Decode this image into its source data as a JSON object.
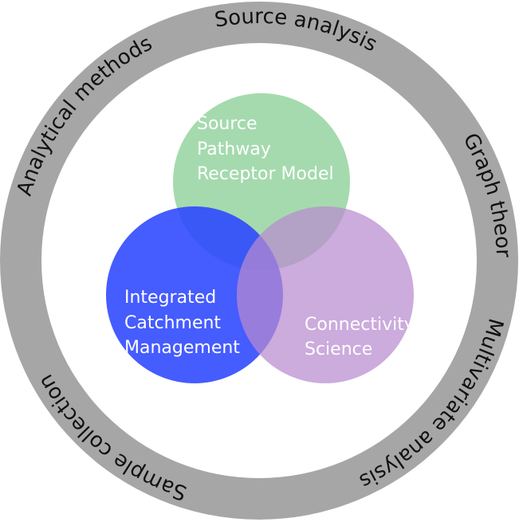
{
  "colors": {
    "ring": "#a6a6a6",
    "ring_inner": "#ffffff",
    "source_pathway": "#8fd19a",
    "integrated": "#2b46ff",
    "connectivity": "#b98ad0",
    "ring_text": "#111111",
    "circle_text": "#ffffff"
  },
  "ring_labels": {
    "source_analysis": "Source analysis",
    "graph_theory": "Graph theory",
    "multivariate_analysis": "Multivariate analysis",
    "sample_collection": "Sample collection",
    "analytical_methods": "Analytical methods"
  },
  "circles": {
    "source_pathway": {
      "line1": "Source",
      "line2": "Pathway",
      "line3": "Receptor Model"
    },
    "integrated": {
      "line1": "Integrated",
      "line2": "Catchment",
      "line3": "Management"
    },
    "connectivity": {
      "line1": "Connectivity",
      "line2": "Science"
    }
  }
}
